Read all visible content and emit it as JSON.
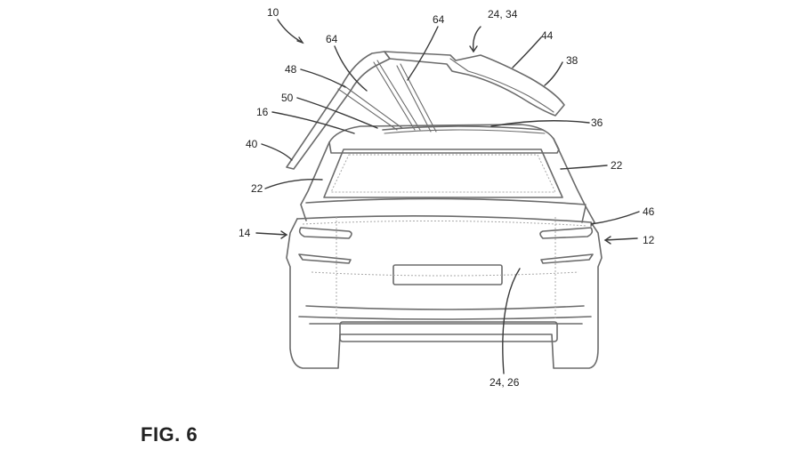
{
  "figure": {
    "label": "FIG. 6",
    "reference_numerals": {
      "vehicle": "10",
      "vehicle_right_side": "12",
      "vehicle_left_side": "14",
      "roof": "16",
      "d_pillar_left": "22",
      "d_pillar_right": "22",
      "panel_top": "24, 34",
      "panel_bottom": "24, 26",
      "seam": "36",
      "panel_edge": "38",
      "rail": "40",
      "panel_upper": "44",
      "beltline": "46",
      "arm": "48",
      "hinge_region": "50",
      "strut_left": "64",
      "strut_right": "64"
    }
  }
}
